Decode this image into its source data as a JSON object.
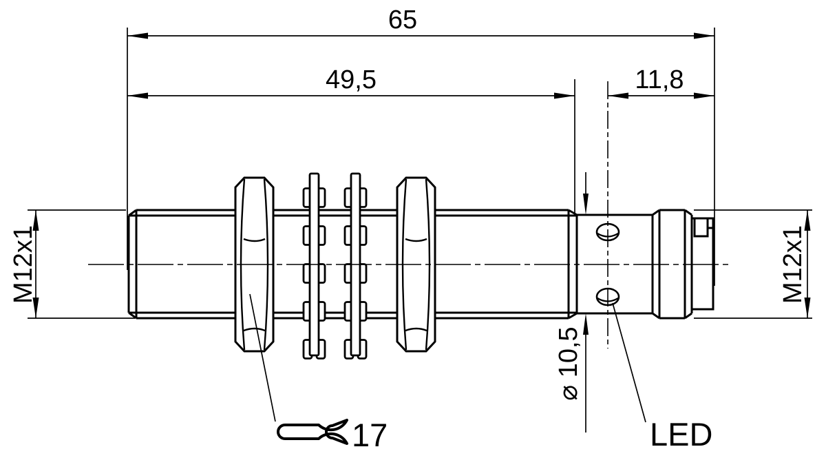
{
  "drawing": {
    "title": "Cylindrical M12 sensor dimensional drawing",
    "background": "#ffffff",
    "line_color": "#000000",
    "dims": {
      "overall_length": "65",
      "barrel_length": "49,5",
      "connector_length": "11,8",
      "front_thread": "M12x1",
      "rear_thread": "M12x1",
      "rear_diameter": "⌀ 10,5",
      "wrench_size": "17",
      "led": "LED"
    }
  }
}
